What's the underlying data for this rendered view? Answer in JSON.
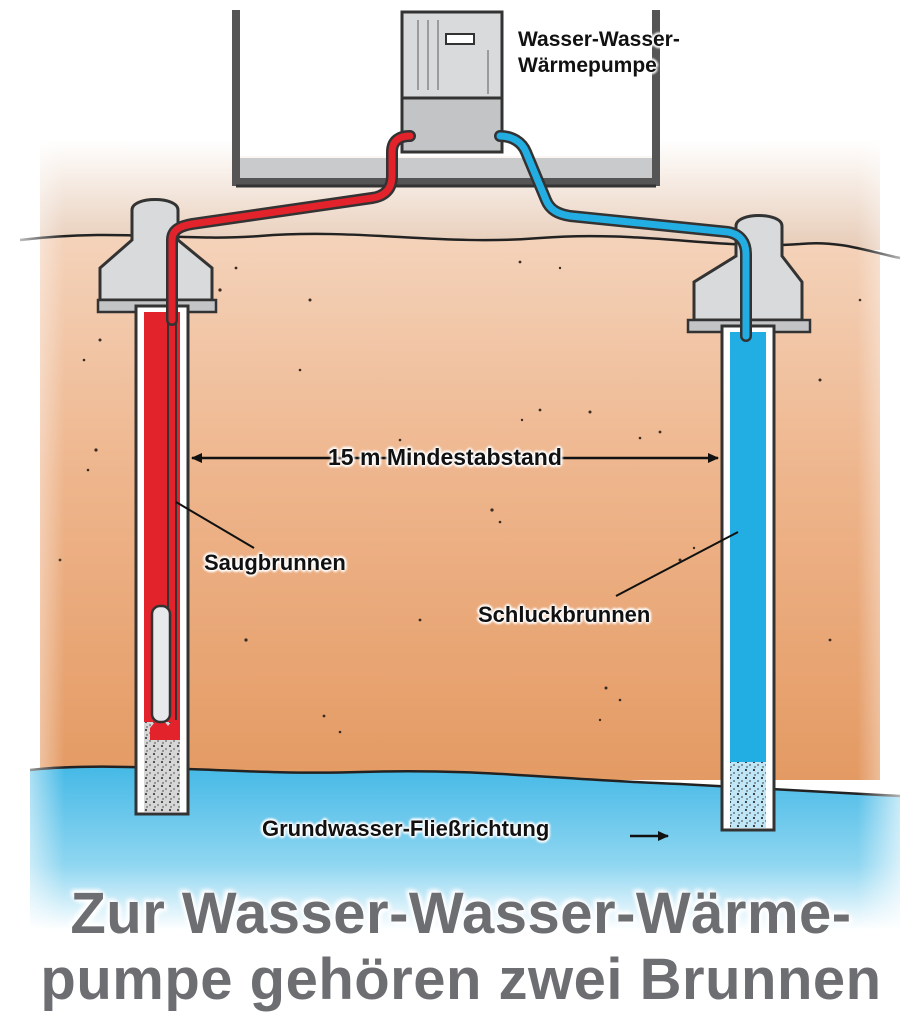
{
  "labels": {
    "heat_pump_line1": "Wasser-Wasser-",
    "heat_pump_line2": "Wärmepumpe",
    "distance": "15 m Mindestabstand",
    "suction_well": "Saugbrunnen",
    "injection_well": "Schluckbrunnen",
    "groundwater_flow": "Grundwasser-Fließrichtung"
  },
  "title": {
    "line1": "Zur Wasser-Wasser-Wärme-",
    "line2": "pumpe gehören zwei Brunnen"
  },
  "colors": {
    "soil": "#e8a26f",
    "soil_top": "#f3cdb0",
    "groundwater": "#3fb9e8",
    "warm_pipe": "#e3232b",
    "cold_pipe": "#23aee3",
    "building": "#cfd0d2",
    "title_text": "#6d6e71"
  }
}
